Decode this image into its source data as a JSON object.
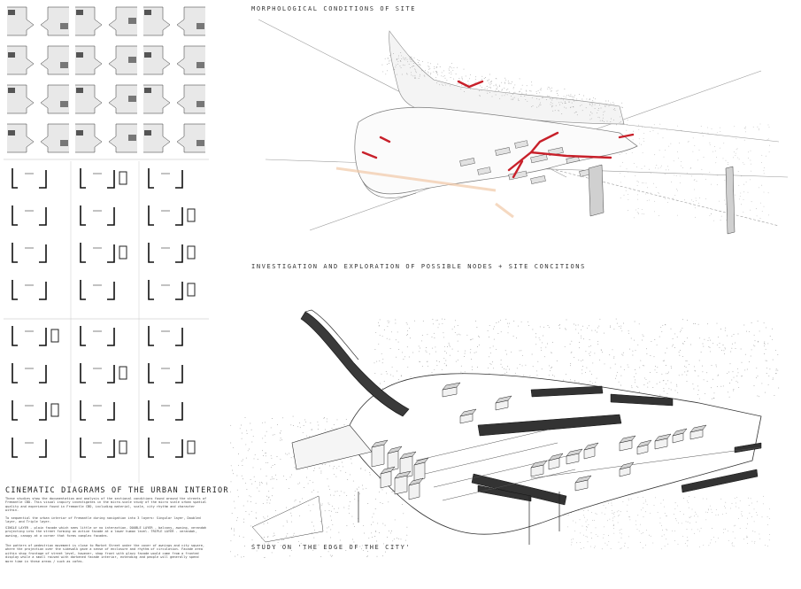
{
  "captions": {
    "morphological": "MORPHOLOGICAL CONDITIONS OF SITE",
    "investigation": "INVESTIGATION AND EXPLORATION OF POSSIBLE NODES + SITE CONCITIONS",
    "edge_study": "STUDY ON 'THE EDGE OF THE CITY'"
  },
  "left_panel": {
    "title": "CINEMATIC DIAGRAMS OF THE URBAN INTERIOR",
    "para1": "These studies show the documentation and analysis of the sectional conditions found around the streets of Fremantle CBD. This visual inquiry investigates in the micro-scale study of the micro scale urban spatial quality and experience found in Fremantle CBD, including material, scale, city rhythm and character within.",
    "para2": "To sequential the urban interior of Fremantle during navigation into 3 layers: Singular layer, Doubled layer, and Triple layer.",
    "para3": "SINGLE LAYER - plain facade which sees little or no interaction. DOUBLE LAYER - balcony, awning, verandah projecting into the street forming an active facade at a lower human level. TRIPLE LAYER - verandah, awning, canopy at a corner that forms complex facades.",
    "para4": "The pattern of pedestrian movement is close to Market Street under the cover of awnings and city square, where the projection over the sidewalk gave a sense of enclosure and rhythm of circulation. Facade area within shop frontage of street level, however, shop front with glazy facade would come from a fronted display while a small raised with darkened facade interior, extending and people will generally spend more time in these areas / such as cafes."
  },
  "accent": "#c8202a"
}
